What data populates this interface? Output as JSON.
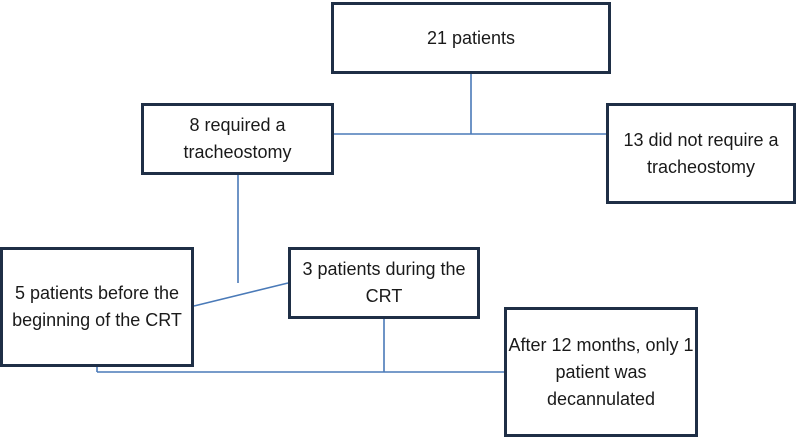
{
  "diagram": {
    "nodes": {
      "total": "21 patients",
      "required": "8 required a tracheostomy",
      "not_required": "13 did not require a tracheostomy",
      "before_crt": "5 patients before the beginning of the CRT",
      "during_crt": "3 patients during the CRT",
      "after_12_months": "After 12 months, only 1 patient was decannulated"
    },
    "colors": {
      "box_border": "#1f2f46",
      "connector": "#4a7ab8",
      "text": "#1a1a1a"
    }
  }
}
